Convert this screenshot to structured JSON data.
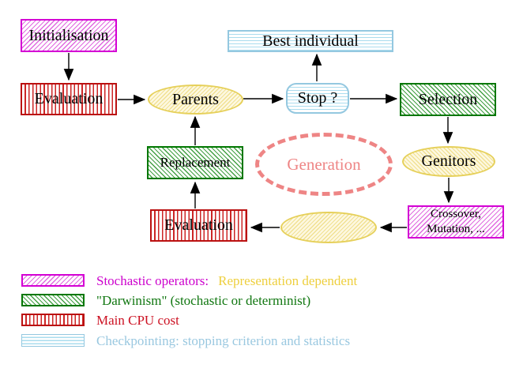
{
  "nodes": {
    "initialisation": "Initialisation",
    "best_individual": "Best individual",
    "evaluation_initial": "Evaluation",
    "parents": "Parents",
    "stop": "Stop ?",
    "selection": "Selection",
    "replacement": "Replacement",
    "generation": "Generation",
    "genitors": "Genitors",
    "evaluation_offspring": "Evaluation",
    "crossover_line1": "Crossover,",
    "crossover_line2": "Mutation, ..."
  },
  "legend": {
    "stochastic": {
      "label": "Stochastic operators:",
      "suffix": "Representation dependent"
    },
    "darwinism": {
      "label": "\"Darwinism\" (stochastic or determinist)"
    },
    "cpu": {
      "label": "Main CPU cost"
    },
    "checkpointing": {
      "label": "Checkpointing: stopping criterion and statistics"
    }
  },
  "colors": {
    "magenta": "#cc00cc",
    "gold": "#eecf3e",
    "green": "#117711",
    "red": "#cc1122",
    "cyan": "#9ac8e0",
    "salmon": "#ee8585",
    "yellow_fill": "#fdf8e1",
    "node_text": "#000000"
  }
}
